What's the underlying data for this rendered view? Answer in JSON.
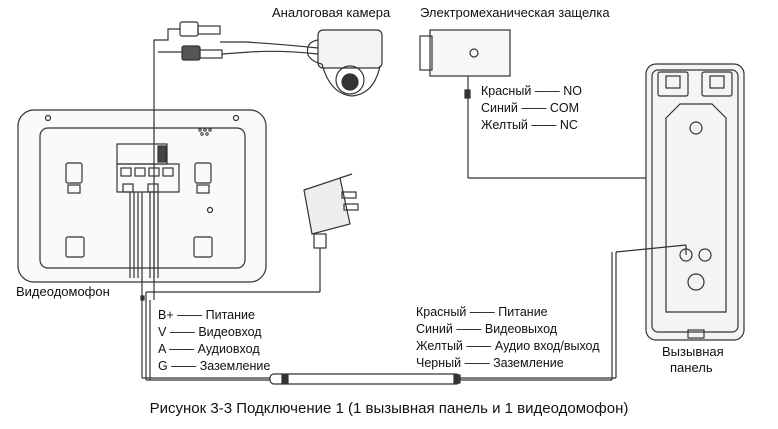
{
  "labels": {
    "camera": "Аналоговая камера",
    "lock": "Электромеханическая защелка",
    "monitor": "Видеодомофон",
    "panel_line1": "Вызывная",
    "panel_line2": "панель"
  },
  "lock_wires": [
    {
      "color": "Красный",
      "dash": "——",
      "terminal": "NO"
    },
    {
      "color": "Синий",
      "dash": "——",
      "terminal": "COM"
    },
    {
      "color": "Желтый",
      "dash": "——",
      "terminal": "NC"
    }
  ],
  "monitor_terminals": [
    {
      "pin": "B+",
      "dash": "——",
      "signal": "Питание"
    },
    {
      "pin": "V",
      "dash": "——",
      "signal": "Видеовход"
    },
    {
      "pin": "A",
      "dash": "——",
      "signal": "Аудиовход"
    },
    {
      "pin": "G",
      "dash": "——",
      "signal": "Заземление"
    }
  ],
  "panel_wires": [
    {
      "color": "Красный",
      "dash": "——",
      "signal": "Питание"
    },
    {
      "color": "Синий",
      "dash": "——",
      "signal": "Видеовыход"
    },
    {
      "color": "Желтый",
      "dash": "——",
      "signal": "Аудио вход/выход"
    },
    {
      "color": "Черный",
      "dash": "——",
      "signal": "Заземление"
    }
  ],
  "caption": "Рисунок 3-3 Подключение 1 (1 вызывная панель и 1 видеодомофон)"
}
